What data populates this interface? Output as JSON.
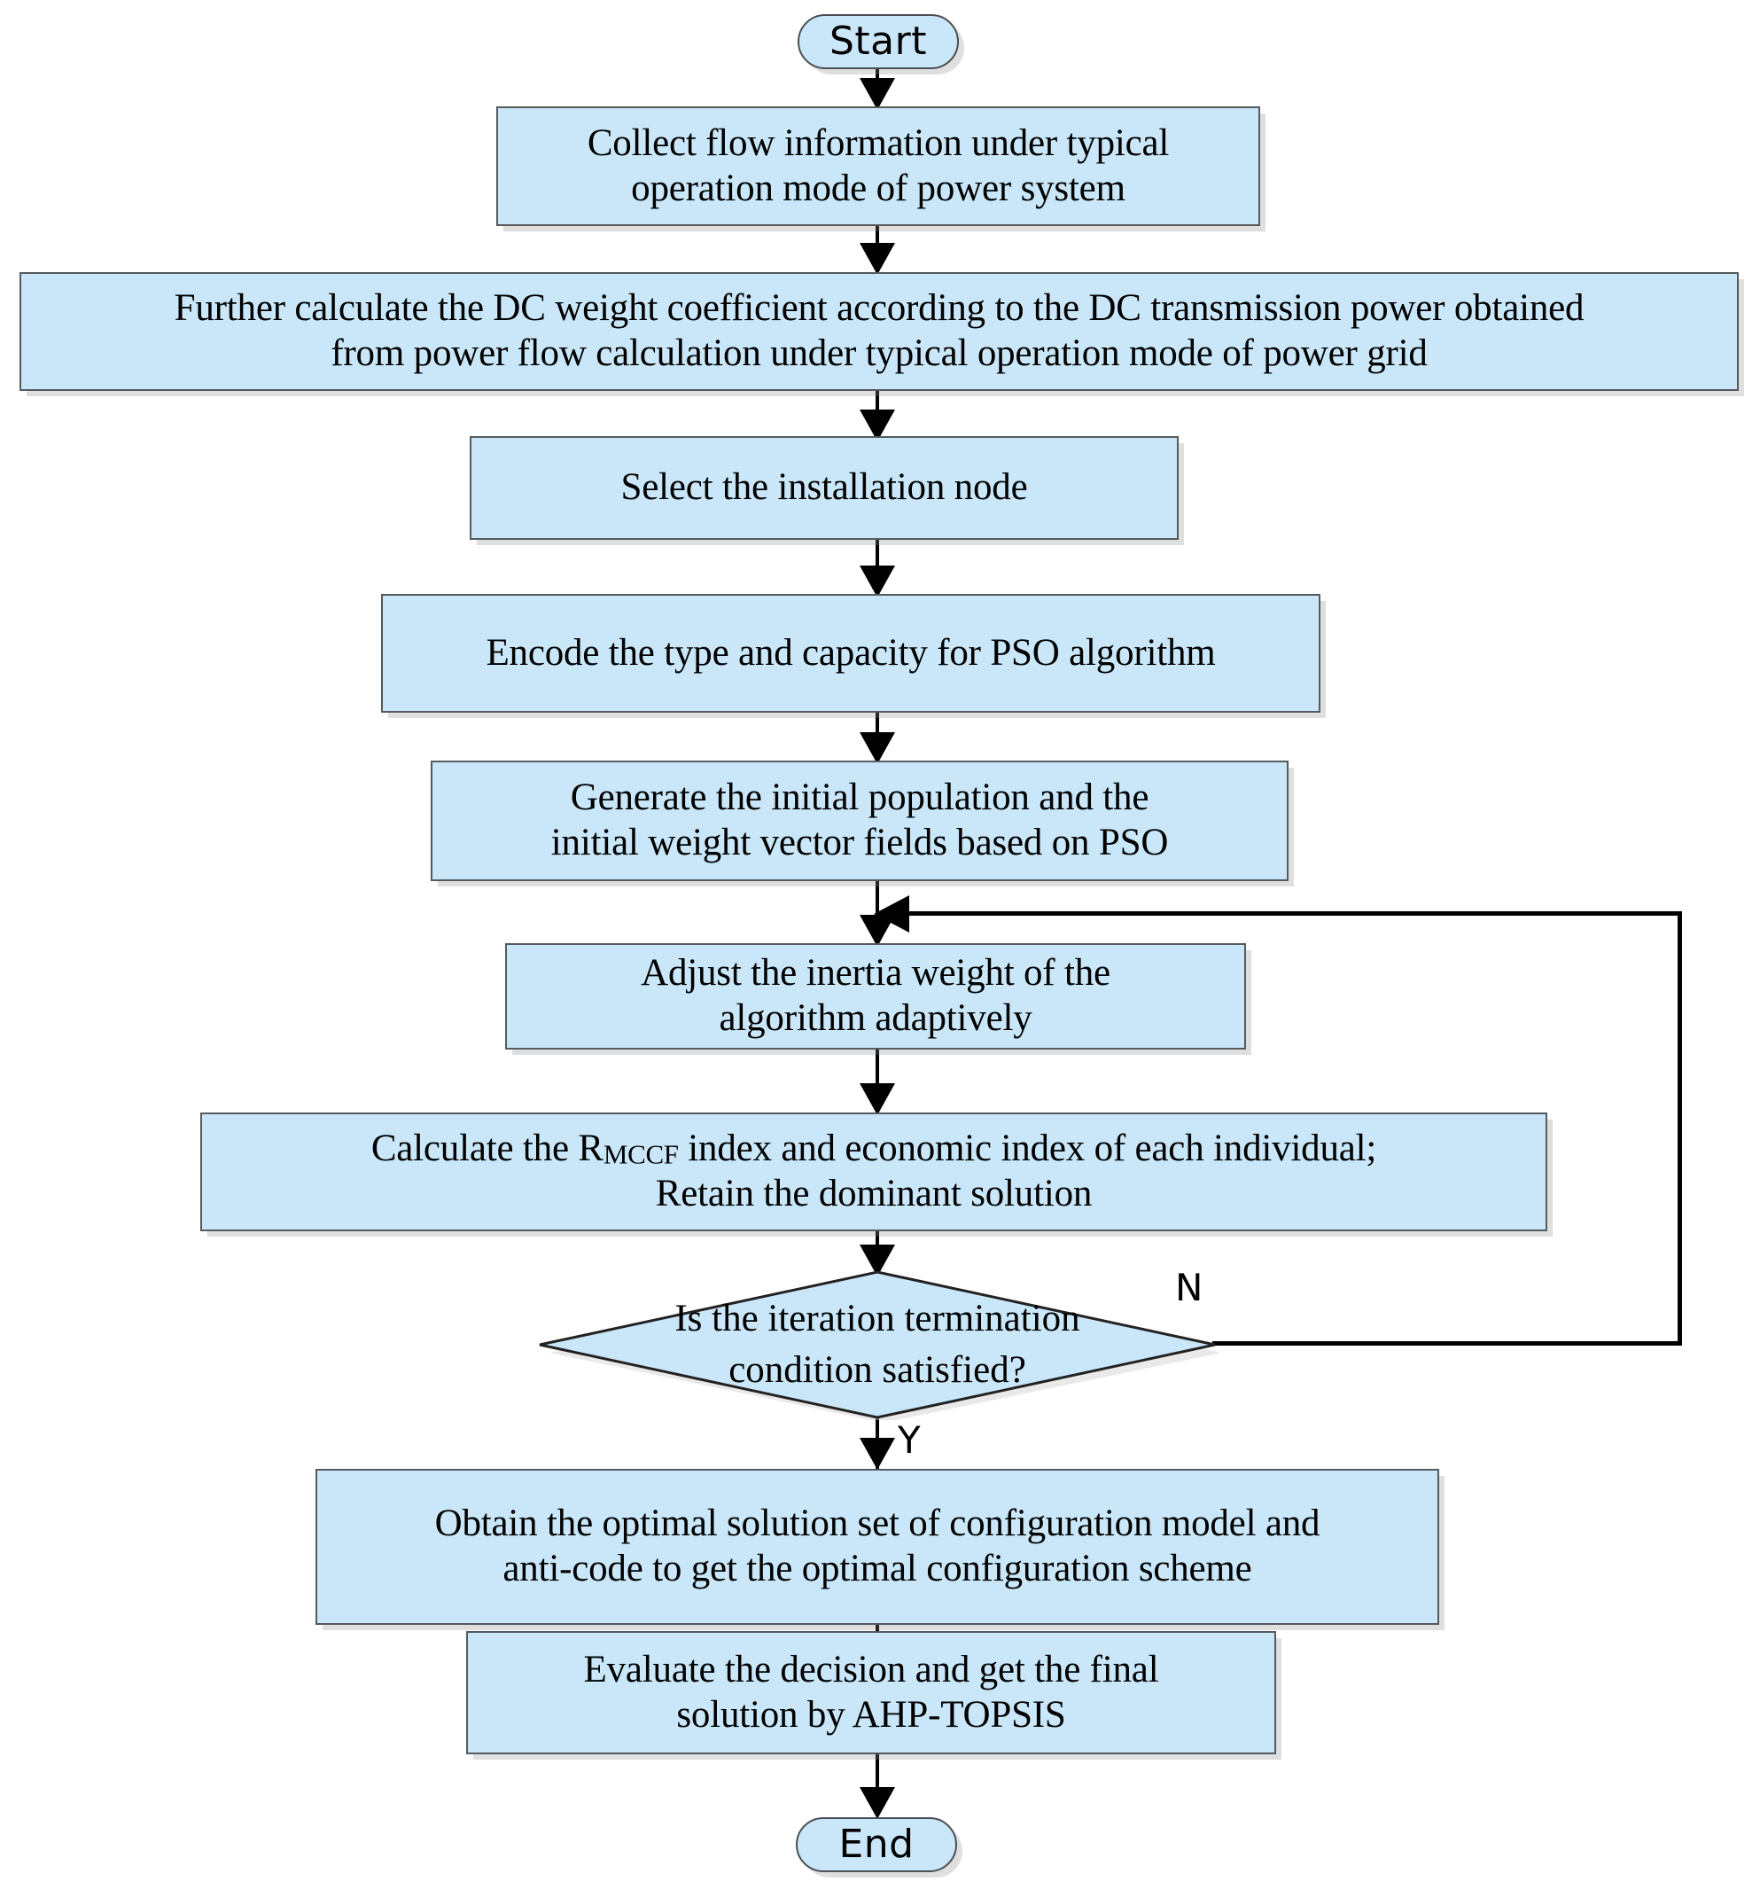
{
  "diagram": {
    "type": "flowchart",
    "title": "PSO-based configuration optimization flowchart",
    "colors": {
      "node_fill": "#c9e7f8",
      "node_border": "#555a5e",
      "connector": "#000000",
      "background": "#ffffff"
    },
    "nodes": [
      {
        "id": "start",
        "shape": "terminator",
        "label": "Start"
      },
      {
        "id": "collect",
        "shape": "process",
        "label": "Collect flow information under typical\noperation mode of power system"
      },
      {
        "id": "dcweight",
        "shape": "process",
        "label": "Further calculate the DC weight coefficient according to the DC transmission power obtained\nfrom power flow calculation under typical operation mode of power grid"
      },
      {
        "id": "selectnode",
        "shape": "process",
        "label": "Select the installation node"
      },
      {
        "id": "encode",
        "shape": "process",
        "label": "Encode the type and capacity for PSO algorithm"
      },
      {
        "id": "generate",
        "shape": "process",
        "label": "Generate  the initial population and the\ninitial weight vector fields based on PSO"
      },
      {
        "id": "adjust",
        "shape": "process",
        "label": "Adjust the inertia weight of the\nalgorithm adaptively"
      },
      {
        "id": "calcindex",
        "shape": "process",
        "label_prefix": "Calculate the R",
        "label_subscript": "MCCF",
        "label_suffix": " index and economic index of each individual;\nRetain the dominant solution"
      },
      {
        "id": "decision",
        "shape": "decision",
        "label": "Is the  iteration termination\ncondition satisfied?"
      },
      {
        "id": "obtain",
        "shape": "process",
        "label": "Obtain the optimal solution set of  configuration model and\nanti-code to get the optimal configuration scheme"
      },
      {
        "id": "evaluate",
        "shape": "process",
        "label": "Evaluate the decision and get the final\nsolution by AHP-TOPSIS"
      },
      {
        "id": "end",
        "shape": "terminator",
        "label": "End"
      }
    ],
    "edge_labels": {
      "no": "N",
      "yes": "Y"
    }
  }
}
